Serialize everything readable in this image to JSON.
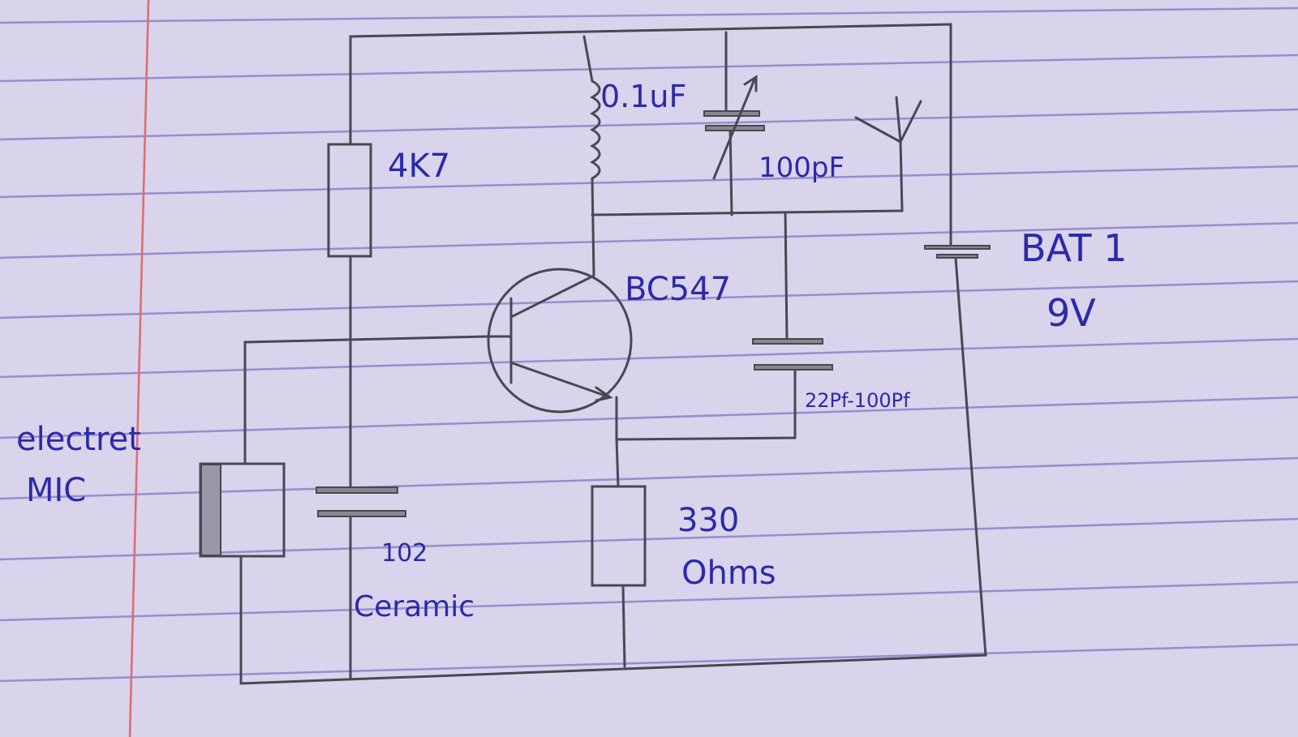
{
  "labels": {
    "inductor": "0.1uF",
    "resistor_top": "4K7",
    "variable_cap": "100pF",
    "battery_name": "BAT 1",
    "battery_voltage": "9V",
    "transistor": "BC547",
    "coupling_cap": "22Pf-100Pf",
    "mic_line1": "electret",
    "mic_line2": "MIC",
    "ceramic_value": "102",
    "ceramic_type": "Ceramic",
    "emitter_res_value": "330",
    "emitter_res_unit": "Ohms"
  },
  "colors": {
    "paper": "#d9d3ec",
    "rule": "#7f7bc4",
    "margin": "#e06a6a",
    "ink": "#2b2aa8",
    "pencil": "#4a4750"
  }
}
